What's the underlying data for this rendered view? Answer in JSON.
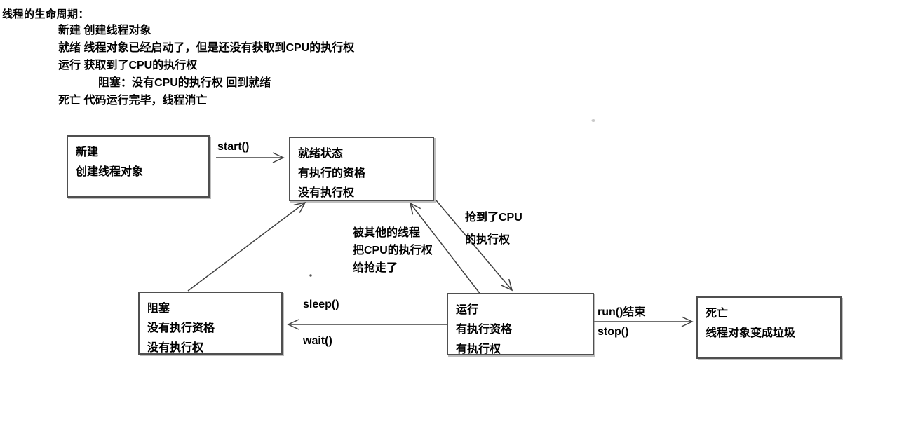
{
  "page": {
    "title": "线程的生命周期：",
    "description": {
      "line1": "新建 创建线程对象",
      "line2": "就绪 线程对象已经启动了，但是还没有获取到CPU的执行权",
      "line3": "运行 获取到了CPU的执行权",
      "line4": "阻塞：没有CPU的执行权 回到就绪",
      "line5": "死亡 代码运行完毕，线程消亡"
    }
  },
  "diagram": {
    "boxes": {
      "new": {
        "line1": "新建",
        "line2": "创建线程对象"
      },
      "ready": {
        "line1": "就绪状态",
        "line2": "有执行的资格",
        "line3": "没有执行权"
      },
      "blocked": {
        "line1": "阻塞",
        "line2": "没有执行资格",
        "line3": "没有执行权"
      },
      "running": {
        "line1": "运行",
        "line2": "有执行资格",
        "line3": "有执行权"
      },
      "dead": {
        "line1": "死亡",
        "line2": "线程对象变成垃圾"
      }
    },
    "edge_labels": {
      "start": "start()",
      "sleep": "sleep()",
      "wait": "wait()",
      "run_end": "run()结束",
      "stop": "stop()",
      "grab_line1": "抢到了CPU",
      "grab_line2": "的执行权",
      "preempt_line1": "被其他的线程",
      "preempt_line2": "把CPU的执行权",
      "preempt_line3": "给抢走了"
    }
  },
  "colors": {
    "background": "#ffffff",
    "text": "#000000",
    "line": "#404040",
    "box_border": "#4f4f4f"
  }
}
